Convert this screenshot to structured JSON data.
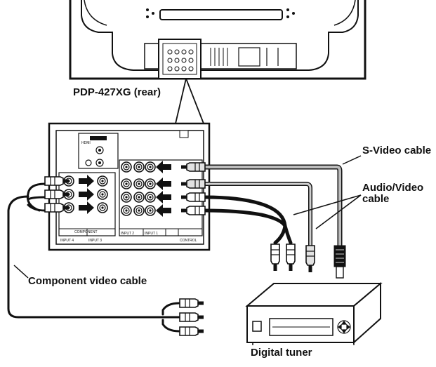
{
  "labels": {
    "tv_model": "PDP-427XG (rear)",
    "svideo_cable": "S-Video cable",
    "av_cable": "Audio/Video cable",
    "component_cable": "Component video cable",
    "digital_tuner": "Digital tuner"
  },
  "panel": {
    "hdmi_label": "HDMI",
    "input1": "INPUT 1",
    "input2": "INPUT 2",
    "input3": "INPUT 3",
    "input4": "INPUT 4",
    "control": "CONTROL",
    "component": "COMPONENT"
  },
  "colors": {
    "ink": "#111111",
    "cable_gray": "#9a9a9a",
    "panel_fill": "#ffffff"
  }
}
